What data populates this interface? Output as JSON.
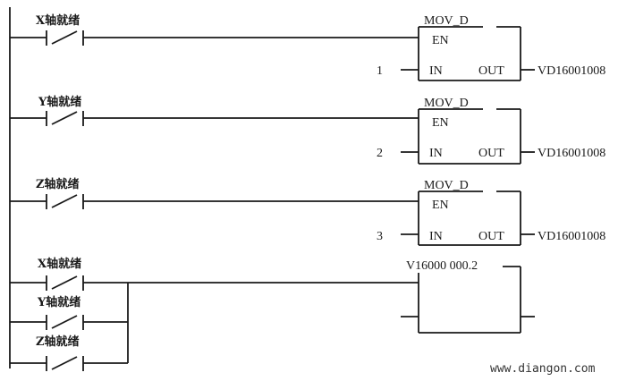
{
  "diagram": {
    "contacts": {
      "x_ready": "X轴就绪",
      "y_ready": "Y轴就绪",
      "z_ready": "Z轴就绪"
    },
    "blocks": [
      {
        "name": "MOV_D",
        "en": "EN",
        "in_pin": "IN",
        "out_pin": "OUT",
        "in_value": "1",
        "out_value": "VD16001008"
      },
      {
        "name": "MOV_D",
        "en": "EN",
        "in_pin": "IN",
        "out_pin": "OUT",
        "in_value": "2",
        "out_value": "VD16001008"
      },
      {
        "name": "MOV_D",
        "en": "EN",
        "in_pin": "IN",
        "out_pin": "OUT",
        "in_value": "3",
        "out_value": "VD16001008"
      }
    ],
    "coil_block": {
      "address": "V16000 000.2"
    }
  },
  "watermark": "www.diangon.com"
}
